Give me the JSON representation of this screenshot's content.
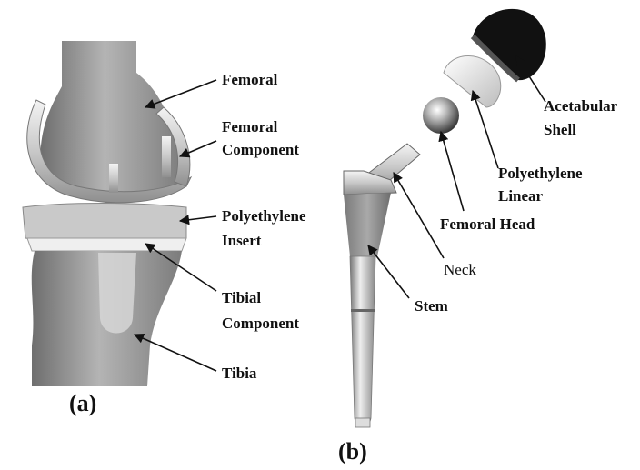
{
  "figure": {
    "panel_a": {
      "caption": "(a)",
      "labels": {
        "femoral": "Femoral",
        "femoral_component": [
          "Femoral",
          "Component"
        ],
        "polyethylene_insert": [
          "Polyethylene",
          "Insert"
        ],
        "tibial_component": [
          "Tibial",
          "Component"
        ],
        "tibia": "Tibia"
      }
    },
    "panel_b": {
      "caption": "(b)",
      "labels": {
        "acetabular_shell": [
          "Acetabular",
          "Shell"
        ],
        "polyethylene_linear": [
          "Polyethylene",
          "Linear"
        ],
        "femoral_head": "Femoral Head",
        "neck": "Neck",
        "stem": "Stem"
      }
    }
  },
  "colors": {
    "bone": "#9a9a9a",
    "metal": "#d8d8d8",
    "shell": "#111111",
    "liner": "#eeeeee",
    "text": "#111111"
  }
}
